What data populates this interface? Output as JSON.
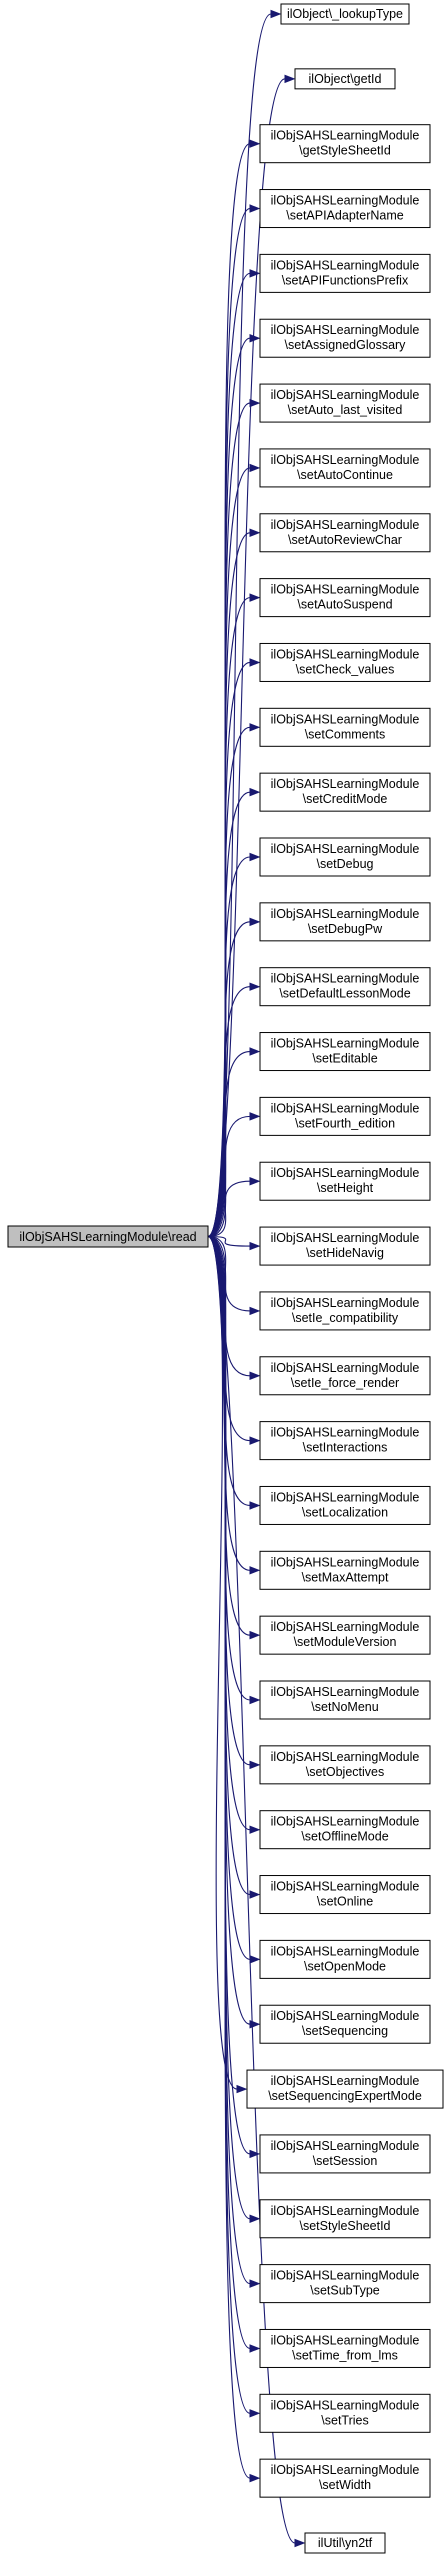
{
  "root": {
    "label": "ilObjSAHSLearningModule\\read"
  },
  "callees": [
    {
      "lines": [
        "ilObject\\_lookupType"
      ]
    },
    {
      "lines": [
        "ilObject\\getId"
      ]
    },
    {
      "lines": [
        "ilObjSAHSLearningModule",
        "\\getStyleSheetId"
      ]
    },
    {
      "lines": [
        "ilObjSAHSLearningModule",
        "\\setAPIAdapterName"
      ]
    },
    {
      "lines": [
        "ilObjSAHSLearningModule",
        "\\setAPIFunctionsPrefix"
      ]
    },
    {
      "lines": [
        "ilObjSAHSLearningModule",
        "\\setAssignedGlossary"
      ]
    },
    {
      "lines": [
        "ilObjSAHSLearningModule",
        "\\setAuto_last_visited"
      ]
    },
    {
      "lines": [
        "ilObjSAHSLearningModule",
        "\\setAutoContinue"
      ]
    },
    {
      "lines": [
        "ilObjSAHSLearningModule",
        "\\setAutoReviewChar"
      ]
    },
    {
      "lines": [
        "ilObjSAHSLearningModule",
        "\\setAutoSuspend"
      ]
    },
    {
      "lines": [
        "ilObjSAHSLearningModule",
        "\\setCheck_values"
      ]
    },
    {
      "lines": [
        "ilObjSAHSLearningModule",
        "\\setComments"
      ]
    },
    {
      "lines": [
        "ilObjSAHSLearningModule",
        "\\setCreditMode"
      ]
    },
    {
      "lines": [
        "ilObjSAHSLearningModule",
        "\\setDebug"
      ]
    },
    {
      "lines": [
        "ilObjSAHSLearningModule",
        "\\setDebugPw"
      ]
    },
    {
      "lines": [
        "ilObjSAHSLearningModule",
        "\\setDefaultLessonMode"
      ]
    },
    {
      "lines": [
        "ilObjSAHSLearningModule",
        "\\setEditable"
      ]
    },
    {
      "lines": [
        "ilObjSAHSLearningModule",
        "\\setFourth_edition"
      ]
    },
    {
      "lines": [
        "ilObjSAHSLearningModule",
        "\\setHeight"
      ]
    },
    {
      "lines": [
        "ilObjSAHSLearningModule",
        "\\setHideNavig"
      ]
    },
    {
      "lines": [
        "ilObjSAHSLearningModule",
        "\\setIe_compatibility"
      ]
    },
    {
      "lines": [
        "ilObjSAHSLearningModule",
        "\\setIe_force_render"
      ]
    },
    {
      "lines": [
        "ilObjSAHSLearningModule",
        "\\setInteractions"
      ]
    },
    {
      "lines": [
        "ilObjSAHSLearningModule",
        "\\setLocalization"
      ]
    },
    {
      "lines": [
        "ilObjSAHSLearningModule",
        "\\setMaxAttempt"
      ]
    },
    {
      "lines": [
        "ilObjSAHSLearningModule",
        "\\setModuleVersion"
      ]
    },
    {
      "lines": [
        "ilObjSAHSLearningModule",
        "\\setNoMenu"
      ]
    },
    {
      "lines": [
        "ilObjSAHSLearningModule",
        "\\setObjectives"
      ]
    },
    {
      "lines": [
        "ilObjSAHSLearningModule",
        "\\setOfflineMode"
      ]
    },
    {
      "lines": [
        "ilObjSAHSLearningModule",
        "\\setOnline"
      ]
    },
    {
      "lines": [
        "ilObjSAHSLearningModule",
        "\\setOpenMode"
      ]
    },
    {
      "lines": [
        "ilObjSAHSLearningModule",
        "\\setSequencing"
      ]
    },
    {
      "lines": [
        "ilObjSAHSLearningModule",
        "\\setSequencingExpertMode"
      ]
    },
    {
      "lines": [
        "ilObjSAHSLearningModule",
        "\\setSession"
      ]
    },
    {
      "lines": [
        "ilObjSAHSLearningModule",
        "\\setStyleSheetId"
      ]
    },
    {
      "lines": [
        "ilObjSAHSLearningModule",
        "\\setSubType"
      ]
    },
    {
      "lines": [
        "ilObjSAHSLearningModule",
        "\\setTime_from_lms"
      ]
    },
    {
      "lines": [
        "ilObjSAHSLearningModule",
        "\\setTries"
      ]
    },
    {
      "lines": [
        "ilObjSAHSLearningModule",
        "\\setWidth"
      ]
    },
    {
      "lines": [
        "ilUtil\\yn2tf"
      ]
    }
  ],
  "colors": {
    "edge": "#191970",
    "root_fill": "#bfbfbf",
    "node_fill": "#ffffff",
    "border": "#000000"
  }
}
